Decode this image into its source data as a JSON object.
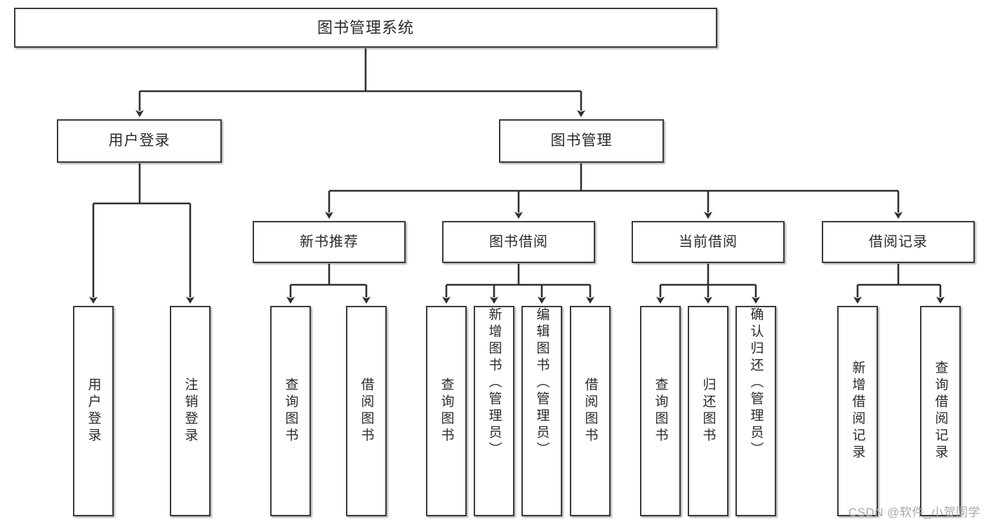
{
  "diagram": {
    "type": "tree-hierarchy",
    "title": "图书管理系统",
    "watermark": "CSDN @软件_小贺同学",
    "nodes": {
      "root": {
        "label": "图书管理系统"
      },
      "level2": [
        {
          "id": "user-login",
          "label": "用户登录"
        },
        {
          "id": "book-manage",
          "label": "图书管理"
        }
      ],
      "level3": [
        {
          "id": "new-book-recommend",
          "label": "新书推荐"
        },
        {
          "id": "book-borrow",
          "label": "图书借阅"
        },
        {
          "id": "current-borrow",
          "label": "当前借阅"
        },
        {
          "id": "borrow-record",
          "label": "借阅记录"
        }
      ],
      "leaves": {
        "user_login": [
          {
            "id": "leaf-user-login",
            "label": "用户登录"
          },
          {
            "id": "leaf-logout",
            "label": "注销登录"
          }
        ],
        "new_book_recommend": [
          {
            "id": "leaf-query-book-1",
            "label": "查询图书"
          },
          {
            "id": "leaf-borrow-book-1",
            "label": "借阅图书"
          }
        ],
        "book_borrow": [
          {
            "id": "leaf-query-book-2",
            "label": "查询图书"
          },
          {
            "id": "leaf-add-book",
            "label": "新增图书（管理员）"
          },
          {
            "id": "leaf-edit-book",
            "label": "编辑图书（管理员）"
          },
          {
            "id": "leaf-borrow-book-2",
            "label": "借阅图书"
          }
        ],
        "current_borrow": [
          {
            "id": "leaf-query-book-3",
            "label": "查询图书"
          },
          {
            "id": "leaf-return-book",
            "label": "归还图书"
          },
          {
            "id": "leaf-confirm-return",
            "label": "确认归还（管理员）"
          }
        ],
        "borrow_record": [
          {
            "id": "leaf-add-record",
            "label": "新增借阅记录"
          },
          {
            "id": "leaf-query-record",
            "label": "查询借阅记录"
          }
        ]
      }
    },
    "colors": {
      "background": "#ffffff",
      "box_border": "#3b3b3b",
      "box_fill": "#ffffff",
      "connector": "#2f2f2f",
      "text": "#2b2b2b",
      "watermark": "#a9a9a9"
    }
  }
}
